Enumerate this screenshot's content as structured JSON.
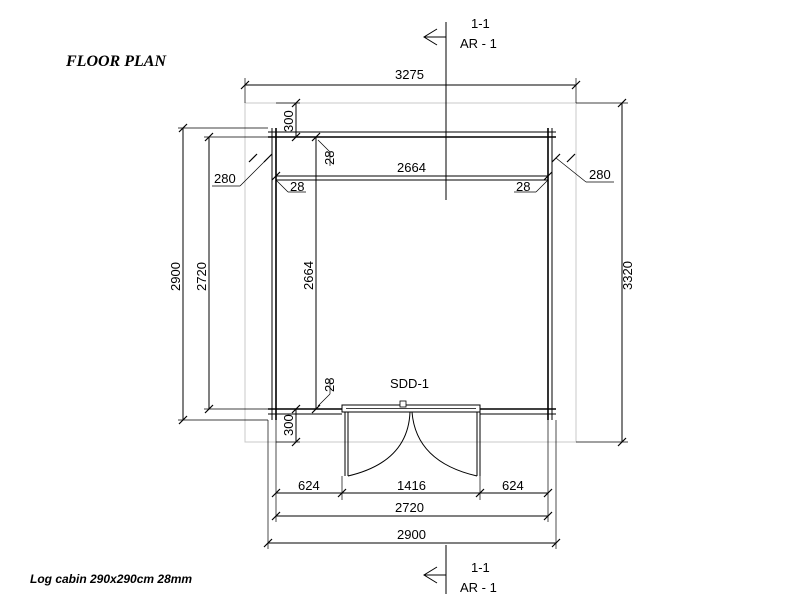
{
  "title": "FLOOR PLAN",
  "caption": "Log cabin 290x290cm 28mm",
  "section": {
    "id": "1-1",
    "sheet": "AR - 1"
  },
  "door_label": "SDD-1",
  "dims": {
    "overall_roof_width": "3275",
    "overall_roof_depth": "3320",
    "outer_width": "2900",
    "outer_depth": "2900",
    "inner_log_width": "2720",
    "inner_log_depth": "2720",
    "inner_width": "2664",
    "inner_depth": "2664",
    "overhang_side_left": "280",
    "overhang_side_right": "280",
    "overhang_top": "300",
    "overhang_bottom": "300",
    "wall_1": "28",
    "wall_2": "28",
    "wall_3": "28",
    "wall_4": "28",
    "door_left": "624",
    "door_width": "1416",
    "door_right": "624"
  }
}
